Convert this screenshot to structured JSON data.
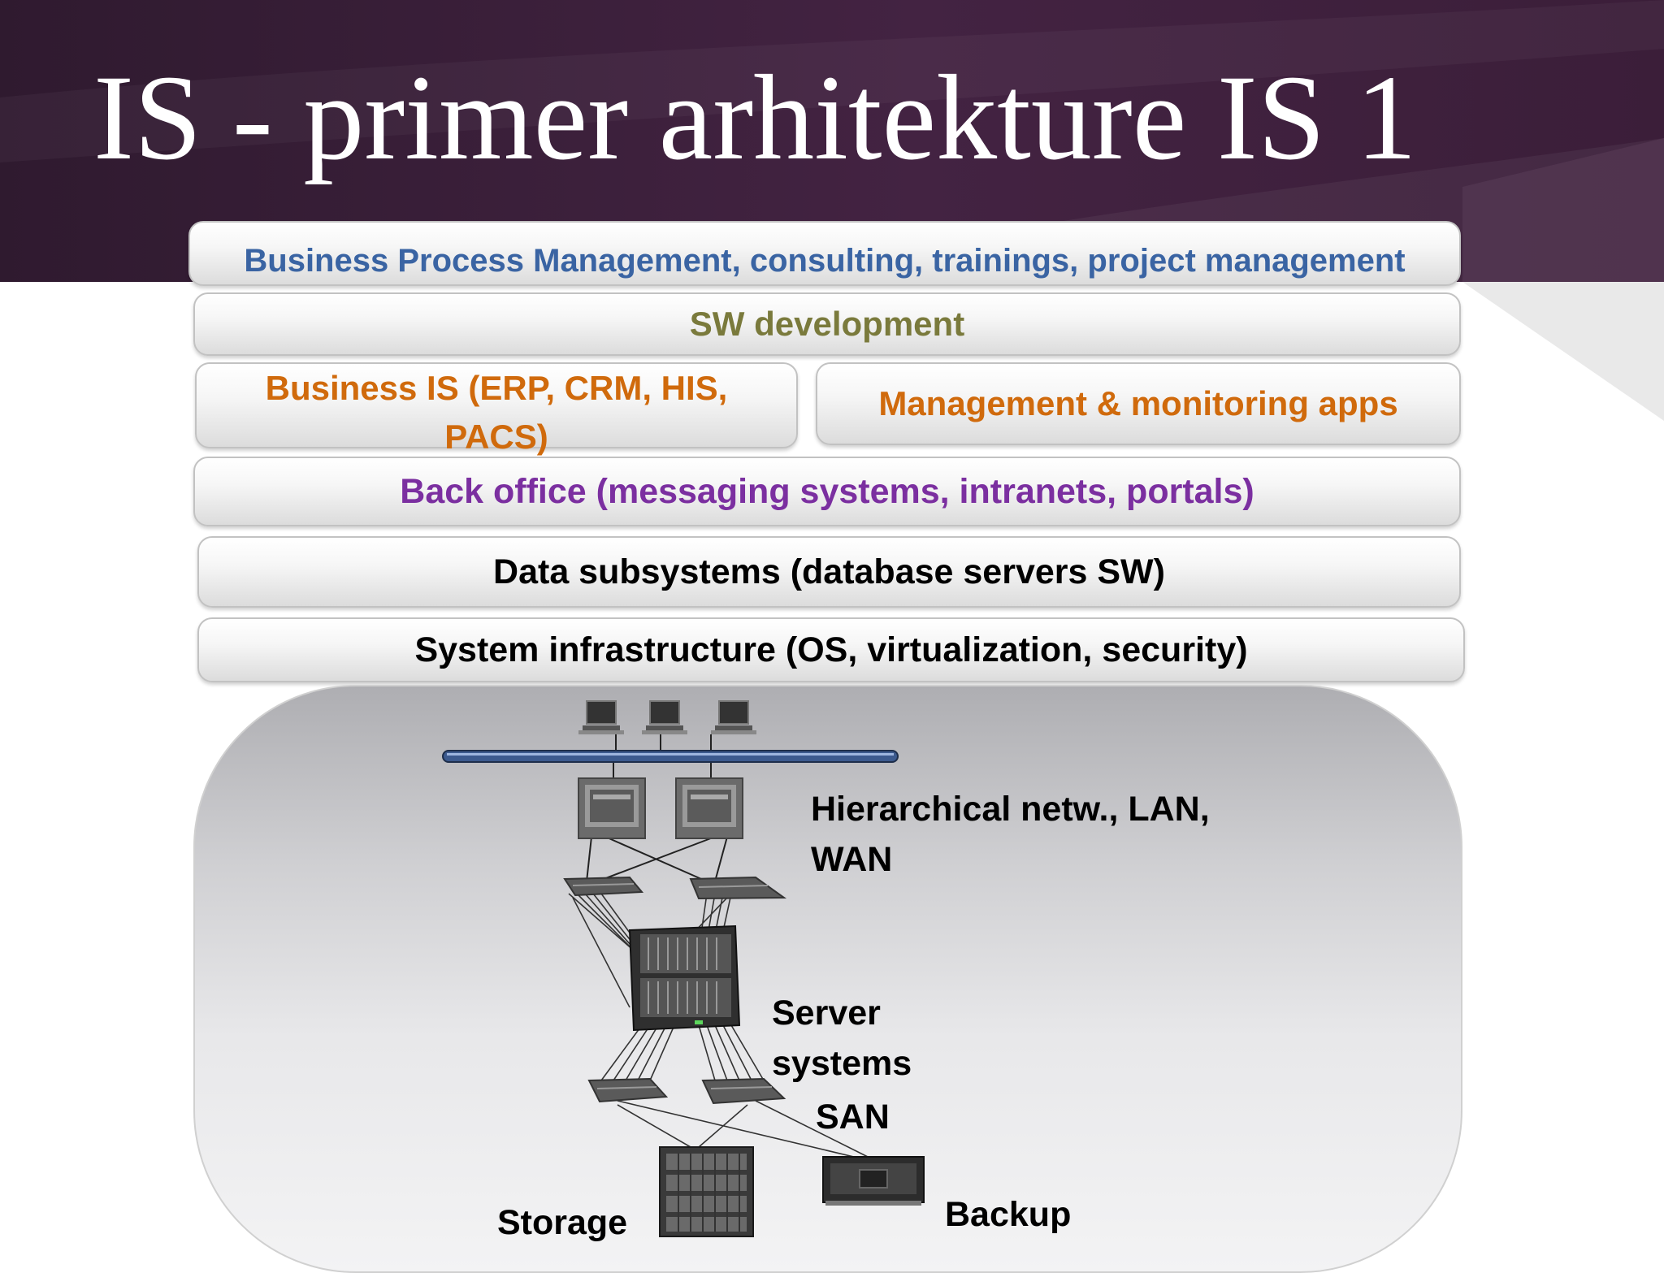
{
  "slide": {
    "title": "IS - primer arhitekture IS 1"
  },
  "layers": {
    "bpm": "Business Process Management, consulting, trainings, project management",
    "sw_development": "SW development",
    "business_is_line1": "Business IS (ERP, CRM, HIS,",
    "business_is_line2": "PACS)",
    "management_apps": "Management & monitoring apps",
    "back_office": "Back office (messaging systems, intranets, portals)",
    "data_subsystems": "Data subsystems (database servers SW)",
    "system_infrastructure": "System infrastructure (OS, virtualization, security)"
  },
  "infrastructure": {
    "network_label_line1": "Hierarchical netw., LAN,",
    "network_label_line2": "WAN",
    "server_label_line1": "Server",
    "server_label_line2": "systems",
    "san_label": "SAN",
    "storage_label": "Storage",
    "backup_label": "Backup"
  },
  "colors": {
    "header_bg": "#3b1e39",
    "bpm_text": "#3a64a3",
    "sw_text": "#7a7a3c",
    "apps_text": "#d06a0c",
    "backoffice_text": "#7b2fa0",
    "infra_text": "#000000"
  },
  "icons": [
    "workstation-icon",
    "network-bus-icon",
    "firewall-icon",
    "switch-icon",
    "blade-server-icon",
    "san-switch-icon",
    "storage-array-icon",
    "tape-backup-icon"
  ]
}
